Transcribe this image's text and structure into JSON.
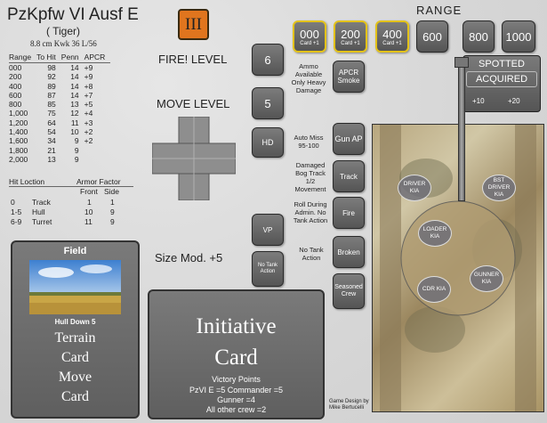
{
  "header": {
    "title": "PzKpfw VI Ausf E",
    "subtitle": "( Tiger)",
    "gun": "8.8 cm Kwk 36 L/56"
  },
  "hit_table": {
    "headers": [
      "Range",
      "To Hit",
      "Penn",
      "APCR"
    ],
    "rows": [
      [
        "000",
        "98",
        "14",
        "+9"
      ],
      [
        "200",
        "92",
        "14",
        "+9"
      ],
      [
        "400",
        "89",
        "14",
        "+8"
      ],
      [
        "600",
        "87",
        "14",
        "+7"
      ],
      [
        "800",
        "85",
        "13",
        "+5"
      ],
      [
        "1,000",
        "75",
        "12",
        "+4"
      ],
      [
        "1,200",
        "64",
        "11",
        "+3"
      ],
      [
        "1,400",
        "54",
        "10",
        "+2"
      ],
      [
        "1,600",
        "34",
        "9",
        "+2"
      ],
      [
        "1,800",
        "21",
        "9",
        ""
      ],
      [
        "2,000",
        "13",
        "9",
        ""
      ]
    ]
  },
  "armor": {
    "hit_location": "Hit Loction",
    "armor_factor": "Armor Factor",
    "front": "Front",
    "side": "Side",
    "rows": [
      {
        "roll": "0",
        "loc": "Track",
        "front": "1",
        "side": "1"
      },
      {
        "roll": "1-5",
        "loc": "Hull",
        "front": "10",
        "side": "9"
      },
      {
        "roll": "6-9",
        "loc": "Turret",
        "front": "11",
        "side": "9"
      }
    ]
  },
  "gear_badge": "III",
  "fire_level": "FIRE! LEVEL",
  "move_level": "MOVE LEVEL",
  "size_mod": "Size Mod. +5",
  "range": {
    "label": "RANGE",
    "tiles": [
      {
        "value": "000",
        "sub": "Card +1"
      },
      {
        "value": "200",
        "sub": "Card +1"
      },
      {
        "value": "400",
        "sub": "Card +1"
      },
      {
        "value": "600",
        "sub": ""
      },
      {
        "value": "800",
        "sub": ""
      },
      {
        "value": "1000",
        "sub": ""
      }
    ]
  },
  "level_tiles": {
    "six": "6",
    "five": "5",
    "hd": "HD",
    "vp": "VP",
    "no_tank_action": "No Tank Action"
  },
  "action_tiles": {
    "apcr": "APCR Smoke",
    "gun_ap": "Gun AP",
    "track": "Track",
    "fire": "Fire",
    "broken": "Broken",
    "seasoned": "Seasoned Crew"
  },
  "descriptions": {
    "ammo": "Ammo Available Only Heavy Damage",
    "auto_miss": "Auto Miss 95-100",
    "damaged": "Damaged Bog Track 1/2 Movement",
    "roll_during": "Roll During Admin. No Tank Action",
    "no_tank": "No Tank Action"
  },
  "spotted": {
    "title": "SPOTTED",
    "acquired": "ACQUIRED",
    "plus10": "+10",
    "plus20": "+20"
  },
  "field_card": {
    "title": "Field",
    "hull_down": "Hull Down 5",
    "lines": [
      "Terrain",
      "Card",
      "Move",
      "Card"
    ]
  },
  "initiative_card": {
    "line1": "Initiative",
    "line2": "Card",
    "vp_title": "Victory Points",
    "vp_line1": "PzVI E =5 Commander =5",
    "vp_line2": "Gunner =4",
    "vp_line3": "All other crew =2"
  },
  "crew": {
    "driver": "DRIVER KIA",
    "bst_driver": "BST DRIVER KIA",
    "loader": "LOADER KIA",
    "cdr": "CDR KIA",
    "gunner": "GUNNER KIA"
  },
  "credit": {
    "line1": "Game Design by",
    "line2": "Mike Bertucelli"
  },
  "colors": {
    "gear": "#e0751e",
    "range_highlight": "#e3c219",
    "tile": "#666666"
  }
}
